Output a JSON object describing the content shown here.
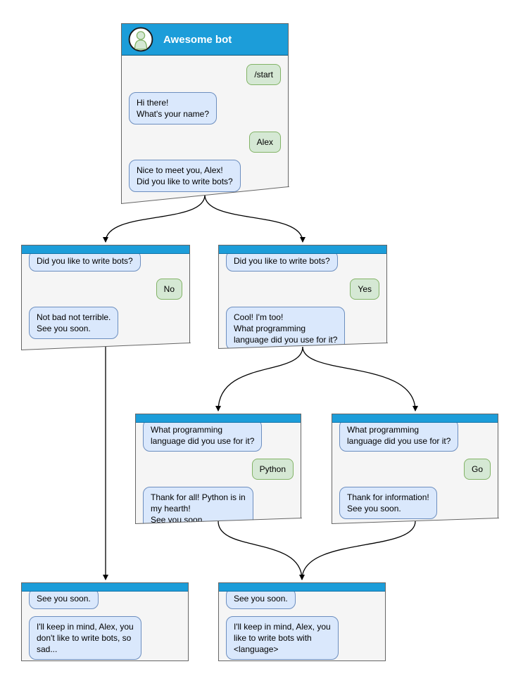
{
  "windows": [
    {
      "id": "start",
      "title": "Awesome bot",
      "messages": [
        {
          "from": "user",
          "text": "/start"
        },
        {
          "from": "bot",
          "text": "Hi there!\nWhat's your name?"
        },
        {
          "from": "user",
          "text": "Alex"
        },
        {
          "from": "bot",
          "text": "Nice to meet you, Alex!\nDid you like to write bots?"
        }
      ]
    },
    {
      "id": "branch-no",
      "messages": [
        {
          "from": "bot",
          "text": "Did you like to write bots?"
        },
        {
          "from": "user",
          "text": "No"
        },
        {
          "from": "bot",
          "text": "Not bad not terrible.\nSee you soon."
        }
      ]
    },
    {
      "id": "branch-yes",
      "messages": [
        {
          "from": "bot",
          "text": "Did you like to write bots?"
        },
        {
          "from": "user",
          "text": "Yes"
        },
        {
          "from": "bot",
          "text": "Cool! I'm too!\nWhat programming\nlanguage did you use for it?"
        }
      ]
    },
    {
      "id": "branch-python",
      "messages": [
        {
          "from": "bot",
          "text": "What programming\nlanguage did you use for it?"
        },
        {
          "from": "user",
          "text": "Python"
        },
        {
          "from": "bot",
          "text": "Thank for all! Python is in\nmy hearth!\nSee you soon."
        }
      ]
    },
    {
      "id": "branch-go",
      "messages": [
        {
          "from": "bot",
          "text": "What programming\nlanguage did you use for it?"
        },
        {
          "from": "user",
          "text": "Go"
        },
        {
          "from": "bot",
          "text": "Thank for information!\nSee you soon."
        }
      ]
    },
    {
      "id": "end-no",
      "messages": [
        {
          "from": "bot",
          "text": "See you soon."
        },
        {
          "from": "bot",
          "text": "I'll keep in mind, Alex, you\ndon't like to write bots, so\nsad..."
        }
      ]
    },
    {
      "id": "end-yes",
      "messages": [
        {
          "from": "bot",
          "text": "See you soon."
        },
        {
          "from": "bot",
          "text": "I'll keep in mind, Alex, you\nlike to write bots with\n<language>"
        }
      ]
    }
  ],
  "edges": [
    {
      "from": "start",
      "to": "branch-no"
    },
    {
      "from": "start",
      "to": "branch-yes"
    },
    {
      "from": "branch-yes",
      "to": "branch-python"
    },
    {
      "from": "branch-yes",
      "to": "branch-go"
    },
    {
      "from": "branch-no",
      "to": "end-no"
    },
    {
      "from": "branch-python",
      "to": "end-yes"
    },
    {
      "from": "branch-go",
      "to": "end-yes"
    }
  ],
  "colors": {
    "header_blue": "#1C9DD9",
    "header_blue_edge": "#1273a8",
    "bot_bubble_fill": "#dae8fc",
    "bot_bubble_border": "#6c8ebf",
    "user_bubble_fill": "#d5e8d4",
    "user_bubble_border": "#82b366",
    "window_fill": "#f5f5f5",
    "window_border": "#666666",
    "arrow": "#000000"
  }
}
